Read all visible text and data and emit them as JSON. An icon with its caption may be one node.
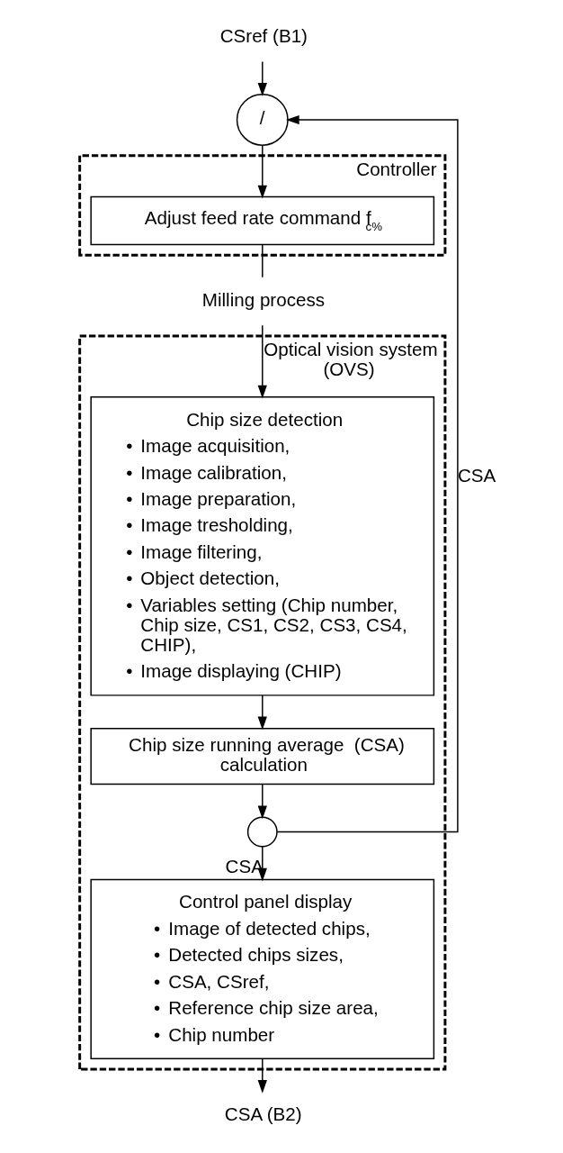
{
  "diagram": {
    "nodes": [
      {
        "text": [
          "CSref (B1)"
        ]
      },
      {
        "text": [
          "/"
        ]
      },
      {
        "text": [
          "Controller"
        ]
      },
      {
        "text": [
          "Adjust feed rate command f$_{c%}$"
        ],
        "in": 2
      },
      {
        "text": [
          "Milling process"
        ]
      },
      {
        "text": [
          "Optical vision system (OVS)"
        ]
      },
      {
        "text": [
          "Chip size detection",
          "• Image acquisition,",
          "• Image calibration,",
          "• Image preparation,",
          "• Image tresholding,",
          "• Image filtering,",
          "• Object detection,",
          "• Variables setting (Chip number, Chip size, CS1, CS2, CS3, CS4, CHIP),",
          "• Image displaying (CHIP)"
        ],
        "in": 5
      },
      {
        "text": [
          "Chip size running average  (CSA) calculation"
        ],
        "in": 5
      },
      {
        "text": [],
        "shape": "circle",
        "in": 5
      },
      {
        "text": [
          "Control panel display",
          "• Image of detected chips,",
          "• Detected chips sizes,",
          "• CSA, CSref,",
          "• Reference chip size area,",
          "• Chip number"
        ],
        "in": 5
      },
      {
        "text": [
          "CSA (B2)"
        ]
      }
    ],
    "edges": [
      {
        "from": 0,
        "to": 1,
        "arrow": "to"
      },
      {
        "from": 1,
        "to": 3,
        "arrow": "to"
      },
      {
        "from": 3,
        "to": 4,
        "arrow": "none"
      },
      {
        "from": 4,
        "to": 6,
        "arrow": "to"
      },
      {
        "from": 6,
        "to": 7,
        "arrow": "to"
      },
      {
        "from": 7,
        "to": 8,
        "arrow": "to"
      },
      {
        "from": 8,
        "to": 1,
        "arrow": "to",
        "label": "CSA"
      },
      {
        "from": 8,
        "to": 9,
        "arrow": "to",
        "label": "CSA"
      },
      {
        "from": 9,
        "to": 10,
        "arrow": "to"
      }
    ]
  }
}
